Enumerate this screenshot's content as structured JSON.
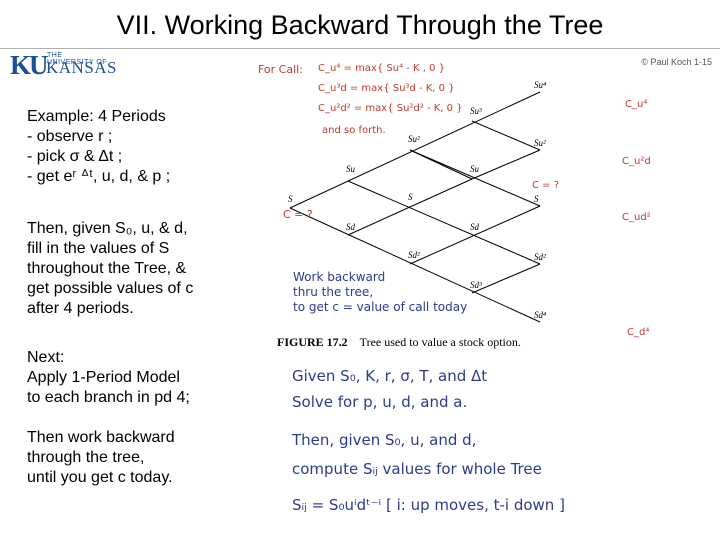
{
  "header": {
    "title": "VII.  Working Backward Through the Tree",
    "logo_top": "THE UNIVERSITY OF",
    "logo_main": "KANSAS",
    "logo_initials": "KU",
    "copyright": "© Paul Koch 1-15"
  },
  "left": {
    "example_line": "Example:   4 Periods",
    "bullets": [
      "-  observe  r ;",
      "-  pick  σ  &  Δt ;",
      "-  get   eʳ ᐞᵗ,  u,  d,  & p ;"
    ],
    "then_lines": [
      "Then, given  S₀,  u,  & d,",
      "fill in the values of  S",
      "throughout the Tree,  &",
      "get possible values of c",
      "after 4 periods."
    ],
    "next_lines": [
      "Next:",
      "Apply 1-Period Model",
      "to each branch in pd 4;"
    ],
    "work_lines": [
      "Then work backward",
      "through the tree,",
      "until you get  c  today."
    ]
  },
  "tree": {
    "nodes": [
      "S",
      "Su",
      "Sd",
      "Su²",
      "S",
      "Sd²",
      "Su³",
      "Su",
      "Sd",
      "Sd³",
      "Su⁴",
      "Su²",
      "S",
      "Sd²",
      "Sd⁴"
    ],
    "figure_label": "FIGURE 17.2",
    "figure_caption": "Tree used to value a stock option."
  },
  "red_notes": {
    "for_call": "For Call:",
    "formulas": [
      "C_u⁴ = max{ Su⁴ - K , 0 }",
      "C_u³d = max{ Su³d - K, 0 }",
      "C_u²d² = max{ Su²d² - K, 0 }",
      "and so forth."
    ],
    "c_today": "C = ?",
    "c_uuuu": "C_u⁴",
    "c_uud": "C_u²d",
    "c_q": "C = ?",
    "c_ud2": "C_ud²",
    "c_d4": "C_d⁴"
  },
  "handwritten": {
    "blue_note": [
      "Work backward",
      "thru the tree,",
      "to get  c = value of call today"
    ],
    "given": "Given  S₀, K, r, σ, T,  and  Δt",
    "solve": "Solve  for   p, u, d,  and  a.",
    "then": "Then, given  S₀, u, and d,",
    "compute": "compute  Sᵢⱼ  values for whole Tree",
    "sij": "Sᵢⱼ = S₀uⁱdᵗ⁻ⁱ   [ i: up moves, t-i down ]"
  }
}
